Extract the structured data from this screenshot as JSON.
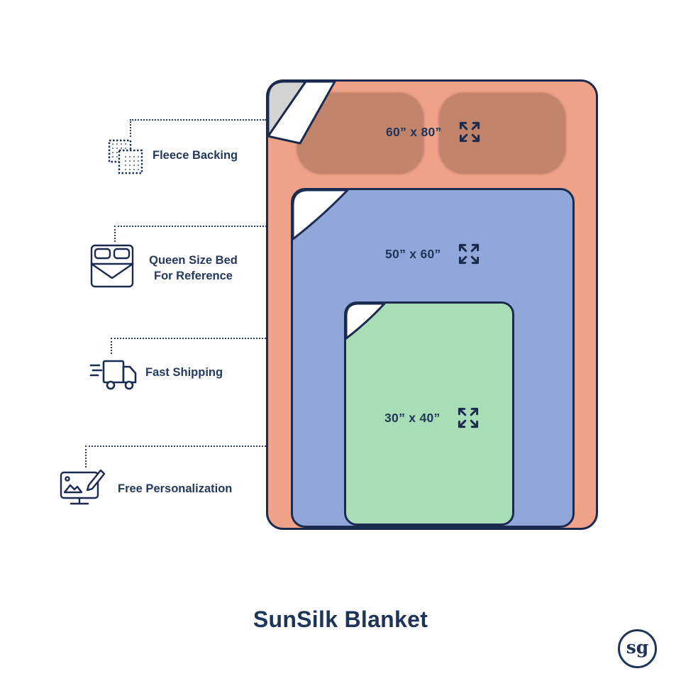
{
  "title": "SunSilk Blanket",
  "logo": {
    "text": "sg"
  },
  "features": [
    {
      "icon": "fleece-swatch-icon",
      "label": "Fleece Backing"
    },
    {
      "icon": "queen-bed-icon",
      "label": "Queen Size Bed",
      "label_line2": "For Reference"
    },
    {
      "icon": "shipping-truck-icon",
      "label": "Fast Shipping"
    },
    {
      "icon": "monitor-pencil-icon",
      "label": "Free Personalization"
    }
  ],
  "blankets": [
    {
      "name": "queen",
      "size_label": "60” x 80”",
      "color": "#EFA287"
    },
    {
      "name": "large-throw",
      "size_label": "50” x 60”",
      "color": "#92A7D9"
    },
    {
      "name": "small-throw",
      "size_label": "30” x 40”",
      "color": "#A8DDB8"
    }
  ],
  "colors": {
    "outline_navy": "#1B2B50",
    "text_navy": "#24395E",
    "pillow": "#C2836B",
    "fold_gray": "#D3D3D3",
    "background": "#FFFFFF"
  }
}
